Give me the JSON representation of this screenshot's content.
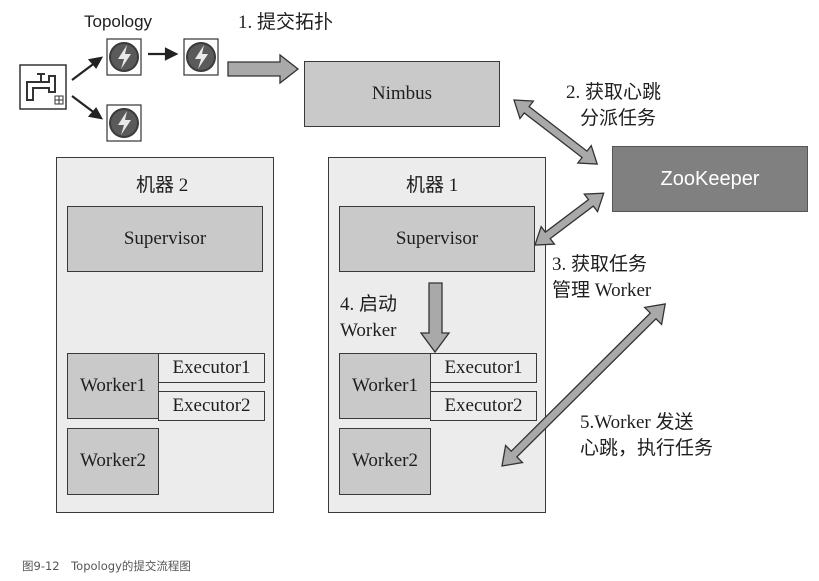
{
  "topology_label": "Topology",
  "step1": "1. 提交拓扑",
  "nimbus": "Nimbus",
  "step2": {
    "line1": "2. 获取心跳",
    "line2": "分派任务"
  },
  "zookeeper": "ZooKeeper",
  "machine2": {
    "title": "机器 2",
    "supervisor": "Supervisor",
    "worker1": "Worker1",
    "executor1": "Executor1",
    "executor2": "Executor2",
    "worker2": "Worker2"
  },
  "machine1": {
    "title": "机器 1",
    "supervisor": "Supervisor",
    "worker1": "Worker1",
    "executor1": "Executor1",
    "executor2": "Executor2",
    "worker2": "Worker2"
  },
  "step3": {
    "line1": "3. 获取任务",
    "line2": "管理 Worker"
  },
  "step4": {
    "line1": "4. 启动",
    "line2": "Worker"
  },
  "step5": {
    "line1": "5.Worker 发送",
    "line2": "心跳，执行任务"
  },
  "caption": "图9-12　Topology的提交流程图"
}
